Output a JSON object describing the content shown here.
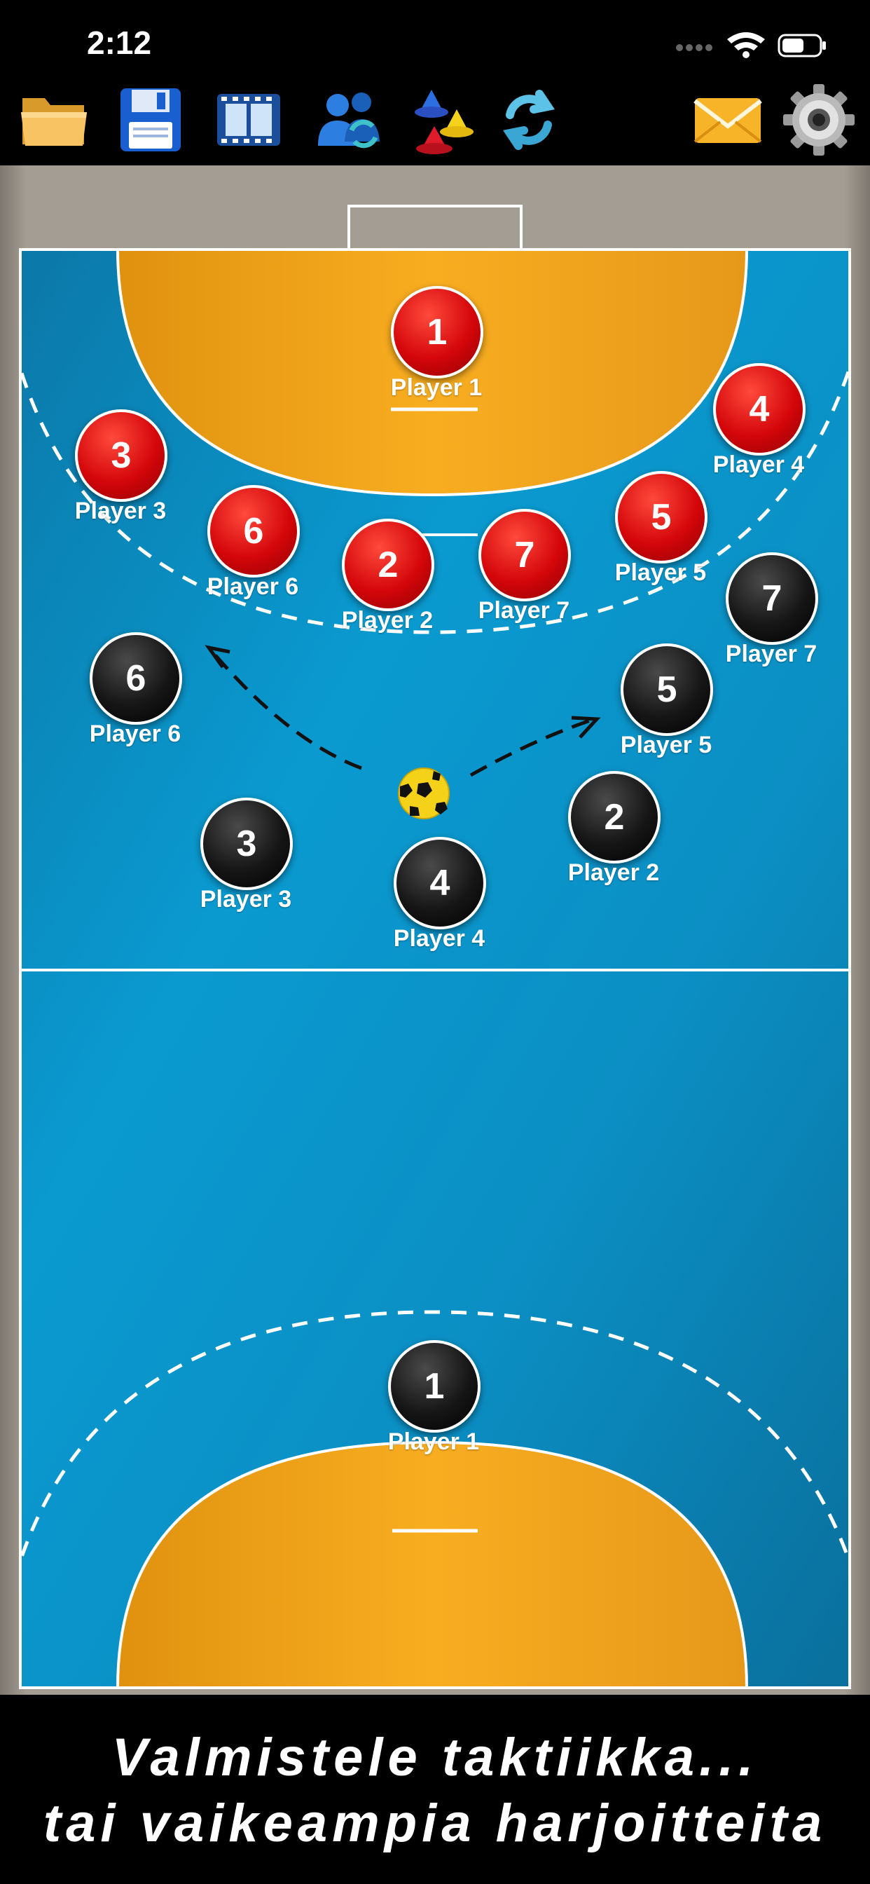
{
  "status_bar": {
    "time": "2:12",
    "icons": [
      "signal-dots-icon",
      "wifi-icon",
      "battery-icon"
    ]
  },
  "toolbar": {
    "buttons": [
      {
        "name": "open-folder-button",
        "icon": "folder-icon"
      },
      {
        "name": "save-button",
        "icon": "floppy-disk-icon"
      },
      {
        "name": "animation-button",
        "icon": "film-strip-icon"
      },
      {
        "name": "players-button",
        "icon": "players-swap-icon"
      },
      {
        "name": "equipment-button",
        "icon": "cones-icon"
      },
      {
        "name": "rotate-button",
        "icon": "refresh-arrows-icon"
      },
      {
        "name": "email-button",
        "icon": "envelope-icon"
      },
      {
        "name": "settings-button",
        "icon": "gear-icon"
      }
    ]
  },
  "court": {
    "colors": {
      "court": "#0b8fc4",
      "goal_area": "#f5a91c",
      "line": "#ffffff",
      "surround": "#a49d94"
    }
  },
  "red_team": [
    {
      "number": "1",
      "label": "Player 1"
    },
    {
      "number": "3",
      "label": "Player 3"
    },
    {
      "number": "4",
      "label": "Player 4"
    },
    {
      "number": "6",
      "label": "Player 6"
    },
    {
      "number": "2",
      "label": "Player 2"
    },
    {
      "number": "7",
      "label": "Player 7"
    },
    {
      "number": "5",
      "label": "Player 5"
    }
  ],
  "black_team": [
    {
      "number": "7",
      "label": "Player 7"
    },
    {
      "number": "6",
      "label": "Player 6"
    },
    {
      "number": "5",
      "label": "Player 5"
    },
    {
      "number": "2",
      "label": "Player 2"
    },
    {
      "number": "3",
      "label": "Player 3"
    },
    {
      "number": "4",
      "label": "Player 4"
    },
    {
      "number": "1",
      "label": "Player 1"
    }
  ],
  "ball": {
    "icon": "handball-icon"
  },
  "caption": {
    "line1": "Valmistele taktiikka...",
    "line2": "tai vaikeampia harjoitteita"
  }
}
